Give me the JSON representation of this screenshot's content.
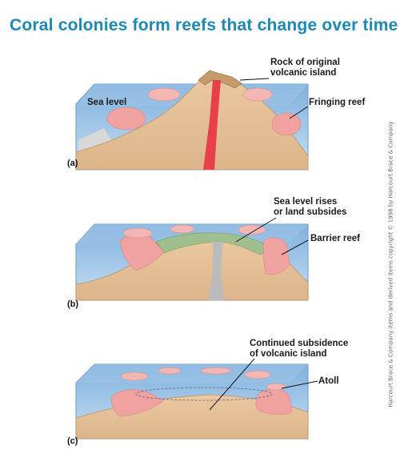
{
  "title": "Coral colonies form reefs that change over time",
  "credit": "Harcourt Brace & Company items and derived items copyright © 1998 by Harcourt Brace & Company",
  "panels": {
    "a": {
      "letter": "(a)",
      "labels": {
        "sea_level": "Sea level",
        "rock_line1": "Rock of original",
        "rock_line2": "volcanic island",
        "fringing_reef": "Fringing reef"
      }
    },
    "b": {
      "letter": "(b)",
      "labels": {
        "rises_line1": "Sea level rises",
        "rises_line2": "or land subsides",
        "barrier_reef": "Barrier reef"
      }
    },
    "c": {
      "letter": "(c)",
      "labels": {
        "subsidence_line1": "Continued subsidence",
        "subsidence_line2": "of volcanic island",
        "atoll": "Atoll"
      }
    }
  },
  "colors": {
    "title": "#1f87b5",
    "water": "#a9cbe8",
    "land": "#e8c49c",
    "reef": "#f0a2a0",
    "lagoon_sediment": "#9fbf8e",
    "magma": "#e8404a",
    "old_conduit": "#bbbbbb"
  }
}
